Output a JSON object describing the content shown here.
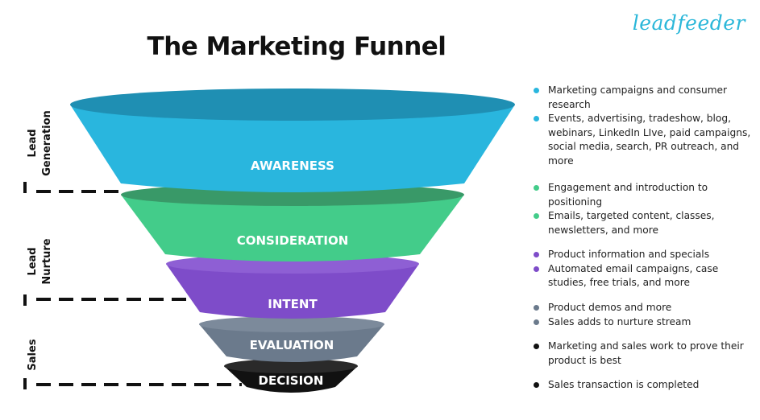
{
  "title": "The Marketing Funnel",
  "brand": "leadfeeder",
  "stages": [
    {
      "label": "AWARENESS",
      "color": "#29b6de"
    },
    {
      "label": "CONSIDERATION",
      "color": "#43cc8a"
    },
    {
      "label": "INTENT",
      "color": "#7e4cc9"
    },
    {
      "label": "EVALUATION",
      "color": "#6b7a8c"
    },
    {
      "label": "DECISION",
      "color": "#111111"
    }
  ],
  "side_labels": [
    {
      "line1": "Lead",
      "line2": "Generation"
    },
    {
      "line1": "Lead",
      "line2": "Nurture"
    },
    {
      "line1": "Sales",
      "line2": ""
    }
  ],
  "bullet_groups": [
    {
      "color": "#29b6de",
      "items": [
        "Marketing campaigns and consumer research",
        "Events, advertising, tradeshow, blog, webinars, LinkedIn LIve, paid campaigns, social media, search, PR outreach, and more"
      ]
    },
    {
      "color": "#43cc8a",
      "items": [
        "Engagement and introduction to positioning",
        "Emails, targeted content, classes, newsletters, and more"
      ]
    },
    {
      "color": "#7e4cc9",
      "items": [
        "Product information and specials",
        "Automated email campaigns, case studies, free trials, and more"
      ]
    },
    {
      "color": "#6b7a8c",
      "items": [
        "Product demos and more",
        "Sales adds to nurture stream"
      ]
    },
    {
      "color": "#111111",
      "items": [
        "Marketing and sales work to prove their product is best"
      ]
    },
    {
      "color": "#111111",
      "items": [
        "Sales transaction is completed"
      ]
    }
  ]
}
